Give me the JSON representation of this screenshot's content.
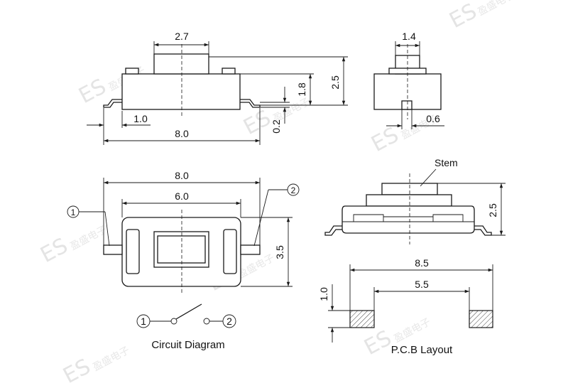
{
  "watermark": {
    "logo": "ES",
    "chars": "盈盛电子"
  },
  "top_view": {
    "dim_width_top": "2.7",
    "dim_height_inner": "1.8",
    "dim_height_total": "2.5",
    "dim_lead_offset": "1.0",
    "dim_lead_thickness": "0.2",
    "dim_length": "8.0"
  },
  "side_view": {
    "dim_stem_width": "1.4",
    "dim_lead_width": "0.6"
  },
  "plan_view": {
    "dim_overall": "8.0",
    "dim_pitch": "6.0",
    "dim_width": "3.5",
    "callout_pin1": "1",
    "callout_pin2": "2"
  },
  "stem_view": {
    "label_stem": "Stem",
    "dim_height": "2.5"
  },
  "circuit": {
    "pin1": "1",
    "pin2": "2",
    "caption": "Circuit Diagram"
  },
  "pcb": {
    "dim_overall": "8.5",
    "dim_gap": "5.5",
    "dim_pad_height": "1.0",
    "caption": "P.C.B Layout"
  }
}
